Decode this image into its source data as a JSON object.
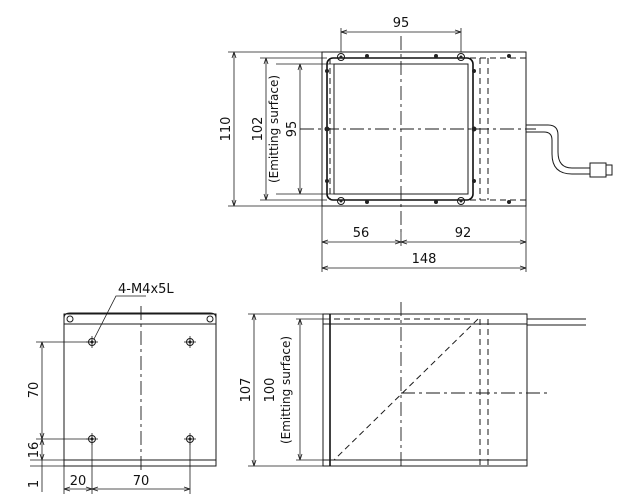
{
  "top_view": {
    "dim_width_emitting": "95",
    "dim_height_total": "110",
    "dim_height_emitting": "102",
    "emitting_label": "(Emitting surface)",
    "dim_height_inner": "95",
    "dim_left": "56",
    "dim_right": "92",
    "dim_total_width": "148"
  },
  "bottom_left_view": {
    "hole_callout": "4-M4x5L",
    "dim_vertical_holes": "70",
    "dim_bottom_offset": "16",
    "dim_base": "1",
    "dim_left_offset": "20",
    "dim_horizontal_holes": "70"
  },
  "bottom_right_view": {
    "dim_height_total": "107",
    "dim_height_emitting": "100",
    "emitting_label": "(Emitting surface)"
  }
}
